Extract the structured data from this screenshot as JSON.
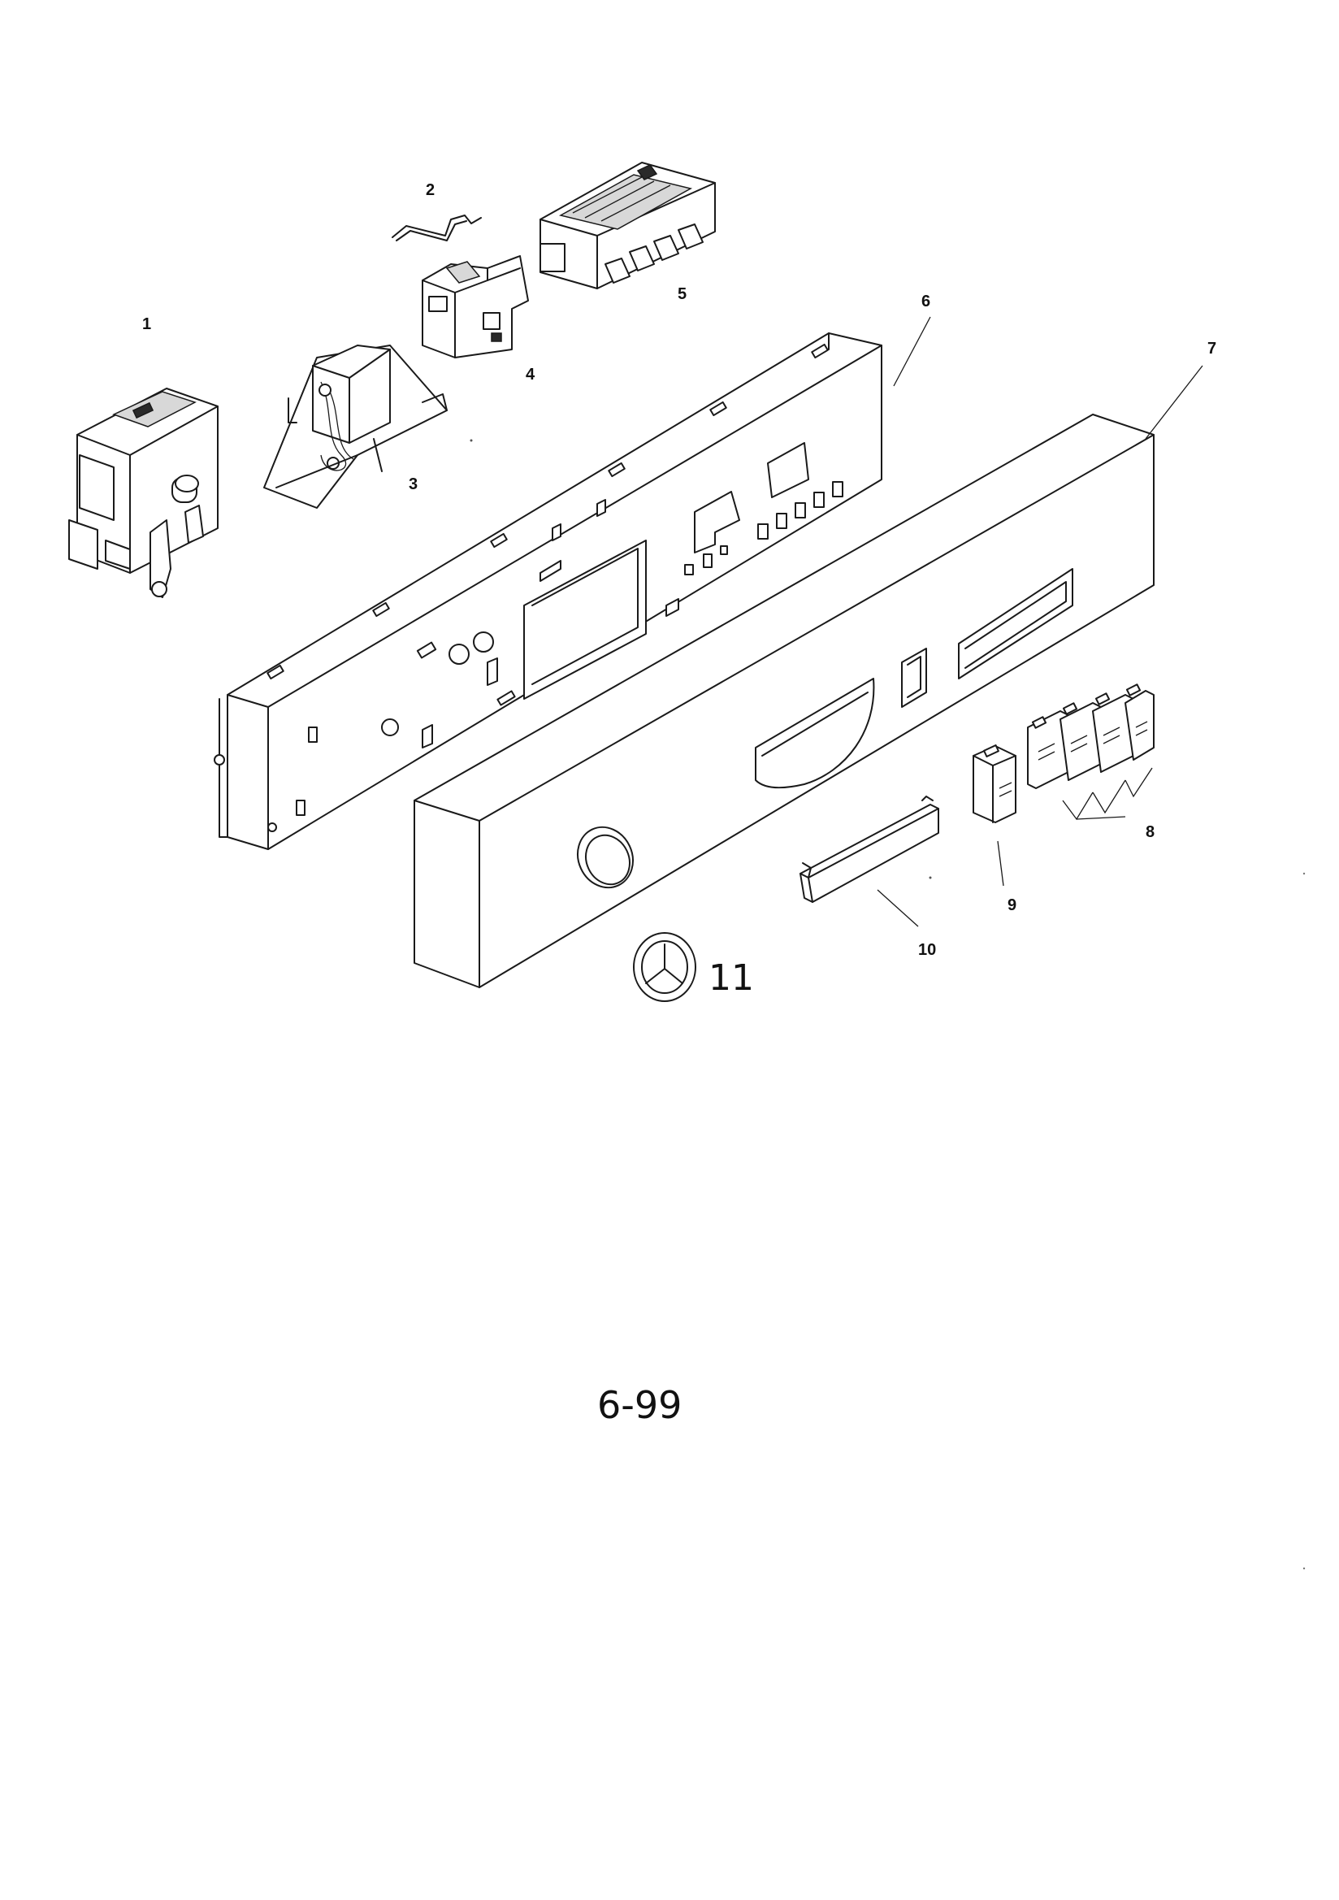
{
  "diagram": {
    "page_number": "6-99",
    "callouts": [
      "1",
      "2",
      "3",
      "4",
      "5",
      "6",
      "7",
      "8",
      "9",
      "10",
      "11"
    ]
  }
}
